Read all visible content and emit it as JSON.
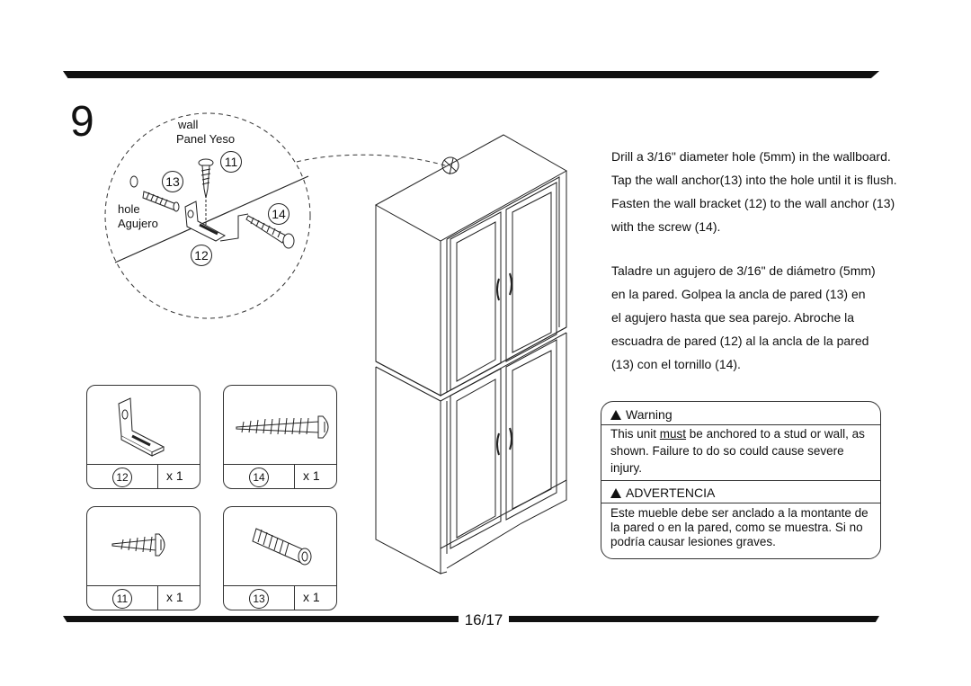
{
  "step_number": "9",
  "page_number": "16/17",
  "instructions_en": [
    "Drill a 3/16\" diameter hole (5mm) in the wallboard.",
    "Tap the wall anchor(13) into the hole until it is flush.",
    "Fasten the wall bracket (12) to the wall anchor (13)",
    "with the screw (14)."
  ],
  "instructions_es": [
    "Taladre un agujero de 3/16\" de diámetro (5mm)",
    "en la pared. Golpea la ancla de pared (13) en",
    "el agujero hasta que sea parejo. Abroche la",
    "escuadra de pared (12) al la ancla de la pared",
    "(13) con el tornillo (14)."
  ],
  "warning": {
    "heading_en": "Warning",
    "text_en_pre": "This unit ",
    "text_en_must": "must",
    "text_en_post": " be anchored to a stud or wall, as shown. Failure to do so could cause severe injury.",
    "heading_es": "ADVERTENCIA",
    "text_es": "Este mueble debe ser anclado a la montante de la pared o en la pared, como se muestra. Si no podría causar lesiones graves."
  },
  "diagram_labels": {
    "wall_en": "wall",
    "wall_es": "Panel Yeso",
    "hole_en": "hole",
    "hole_es": "Agujero",
    "callout_11": "11",
    "callout_13": "13",
    "callout_14": "14",
    "callout_12": "12"
  },
  "parts": [
    {
      "number": "12",
      "qty": "x 1",
      "icon": "wall-bracket-icon"
    },
    {
      "number": "14",
      "qty": "x 1",
      "icon": "long-screw-icon"
    },
    {
      "number": "11",
      "qty": "x 1",
      "icon": "short-screw-icon"
    },
    {
      "number": "13",
      "qty": "x 1",
      "icon": "wall-anchor-icon"
    }
  ]
}
